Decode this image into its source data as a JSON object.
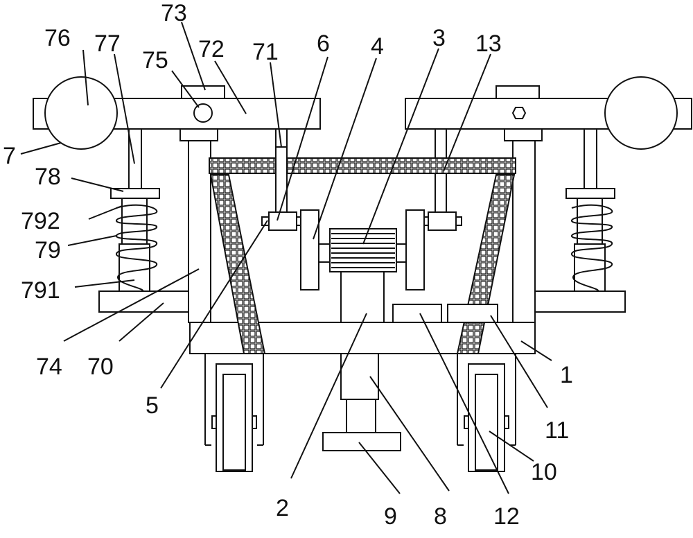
{
  "labels": {
    "l1": "1",
    "l2": "2",
    "l3": "3",
    "l4": "4",
    "l5": "5",
    "l6": "6",
    "l7": "7",
    "l8": "8",
    "l9": "9",
    "l10": "10",
    "l11": "11",
    "l12": "12",
    "l13": "13",
    "l70": "70",
    "l71": "71",
    "l72": "72",
    "l73": "73",
    "l74": "74",
    "l75": "75",
    "l76": "76",
    "l77": "77",
    "l78": "78",
    "l79": "79",
    "l791": "791",
    "l792": "792"
  }
}
